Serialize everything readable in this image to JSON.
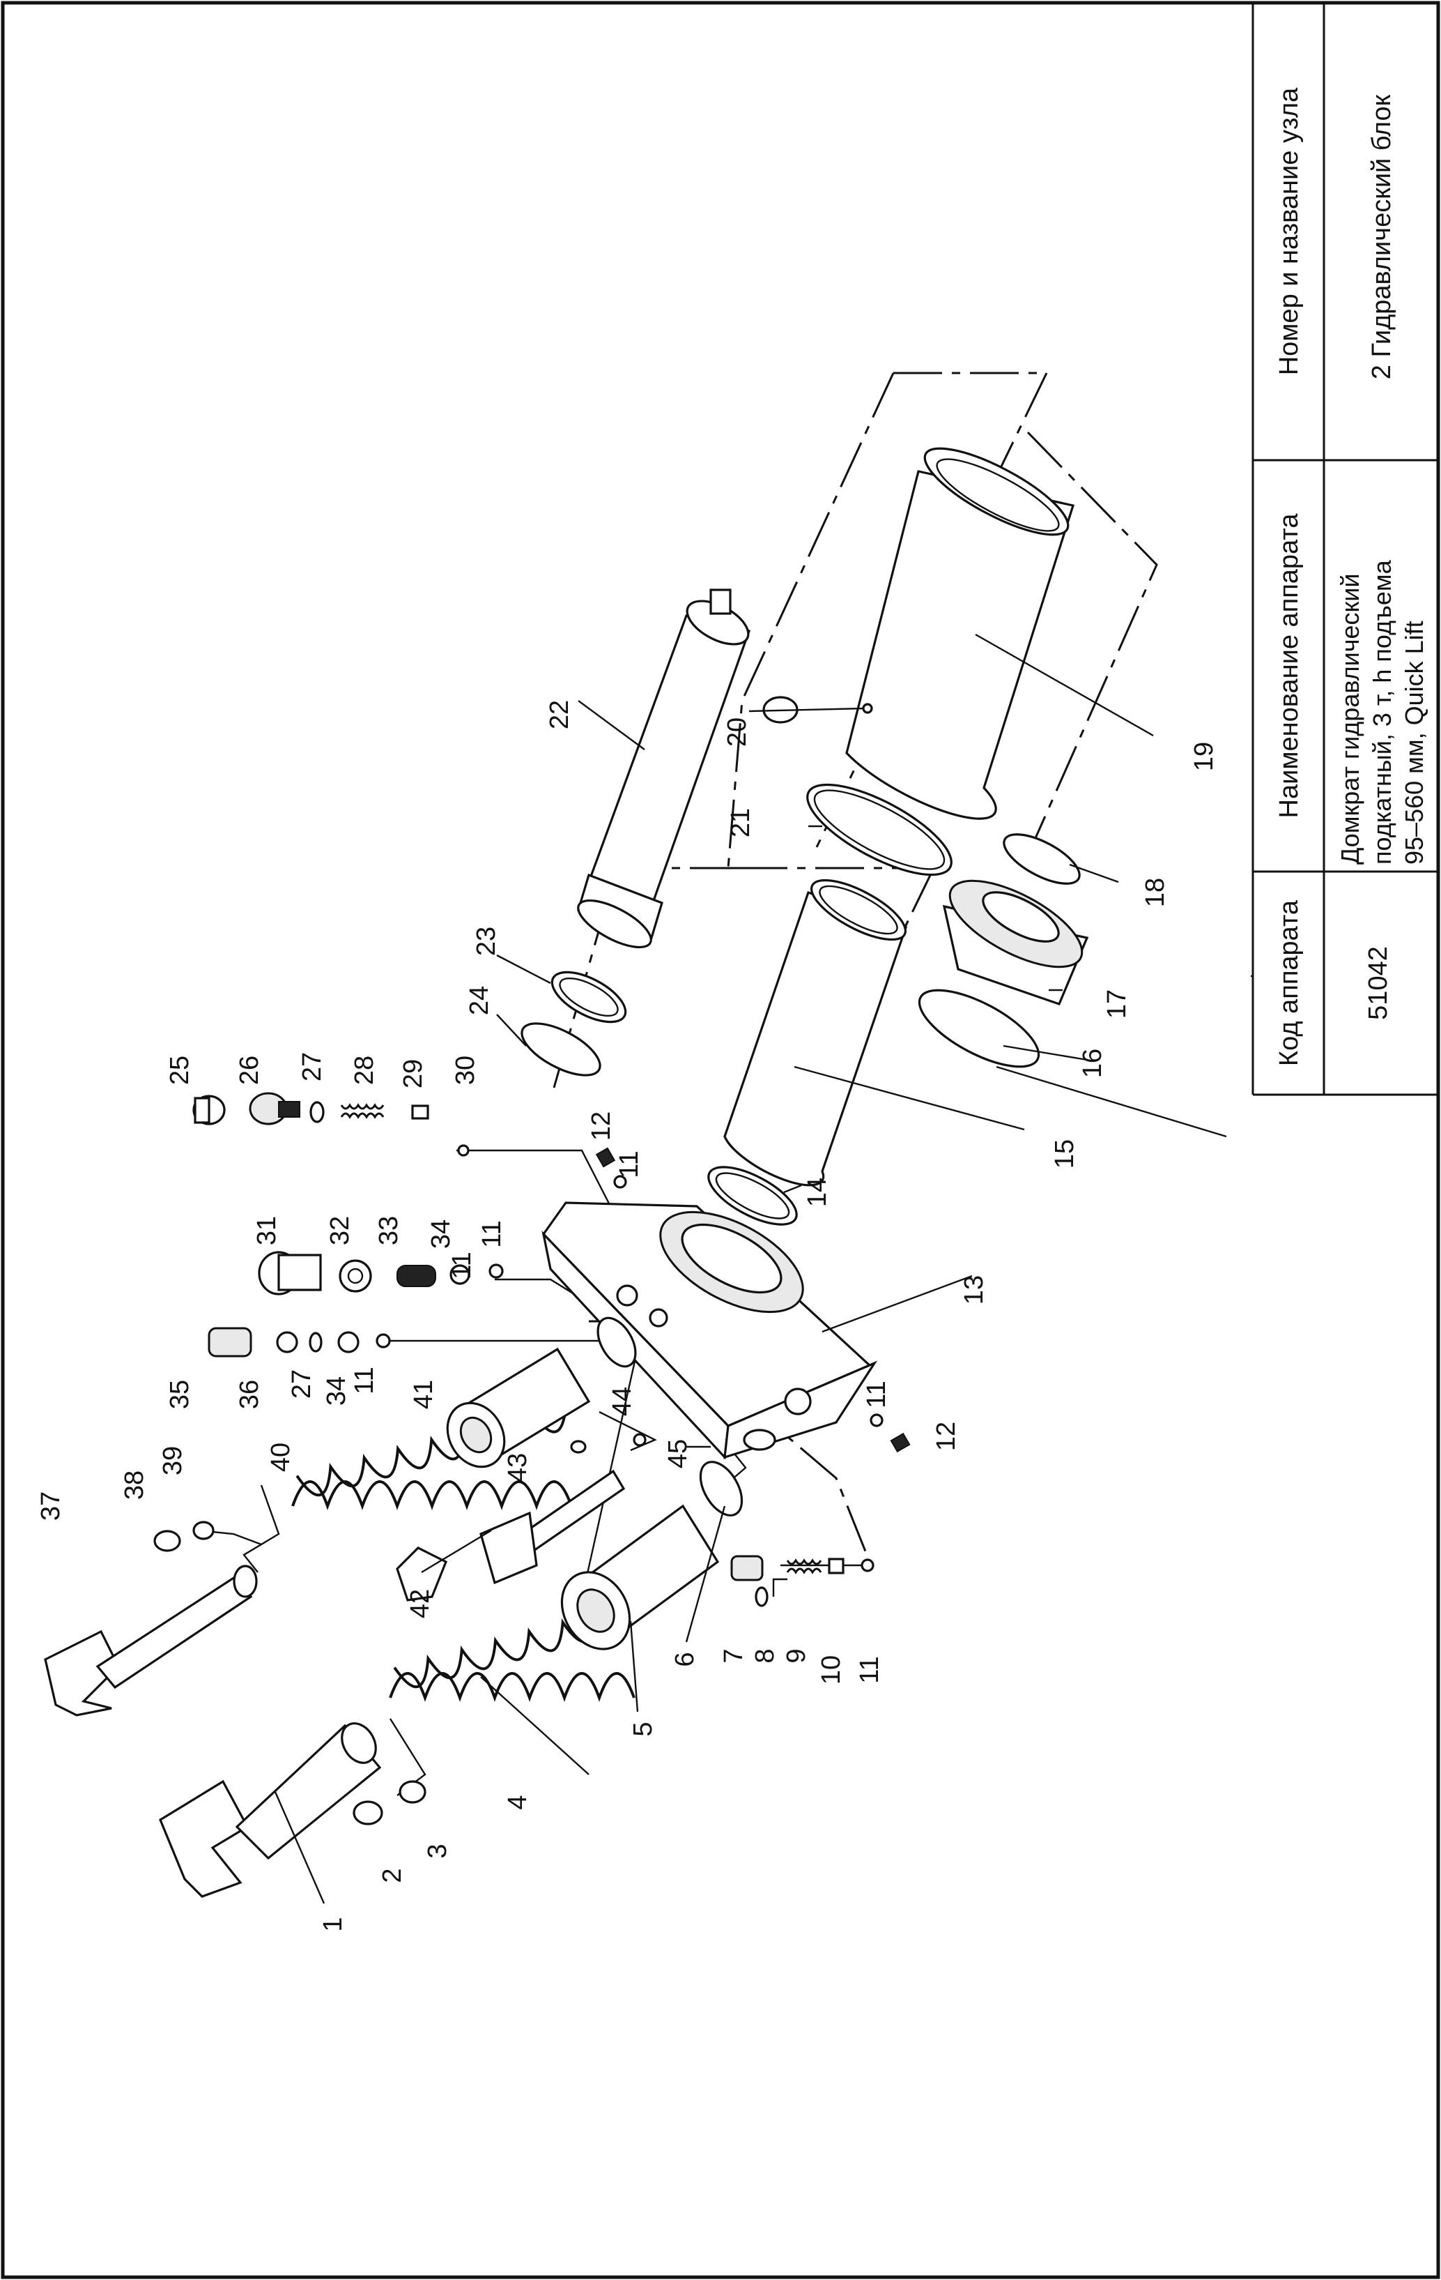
{
  "title_block": {
    "code_header": "Код аппарата",
    "name_header": "Наименование аппарата",
    "unit_header": "Номер и название узла",
    "code_value": "51042",
    "name_line1": "Домкрат гидравлический",
    "name_line2": "подкатный, 3 т, h подъема",
    "name_line3": "95–560 мм, Quick Lift",
    "unit_value": "2 Гидравлический блок"
  },
  "callouts": [
    "1",
    "2",
    "3",
    "4",
    "5",
    "6",
    "7",
    "8",
    "9",
    "10",
    "11",
    "11",
    "11",
    "11",
    "11",
    "11",
    "12",
    "12",
    "13",
    "14",
    "15",
    "16",
    "17",
    "18",
    "19",
    "20",
    "21",
    "22",
    "23",
    "24",
    "25",
    "26",
    "27",
    "27",
    "28",
    "29",
    "30",
    "31",
    "32",
    "33",
    "34",
    "34",
    "35",
    "36",
    "37",
    "38",
    "39",
    "40",
    "41",
    "42",
    "43",
    "44",
    "45"
  ]
}
